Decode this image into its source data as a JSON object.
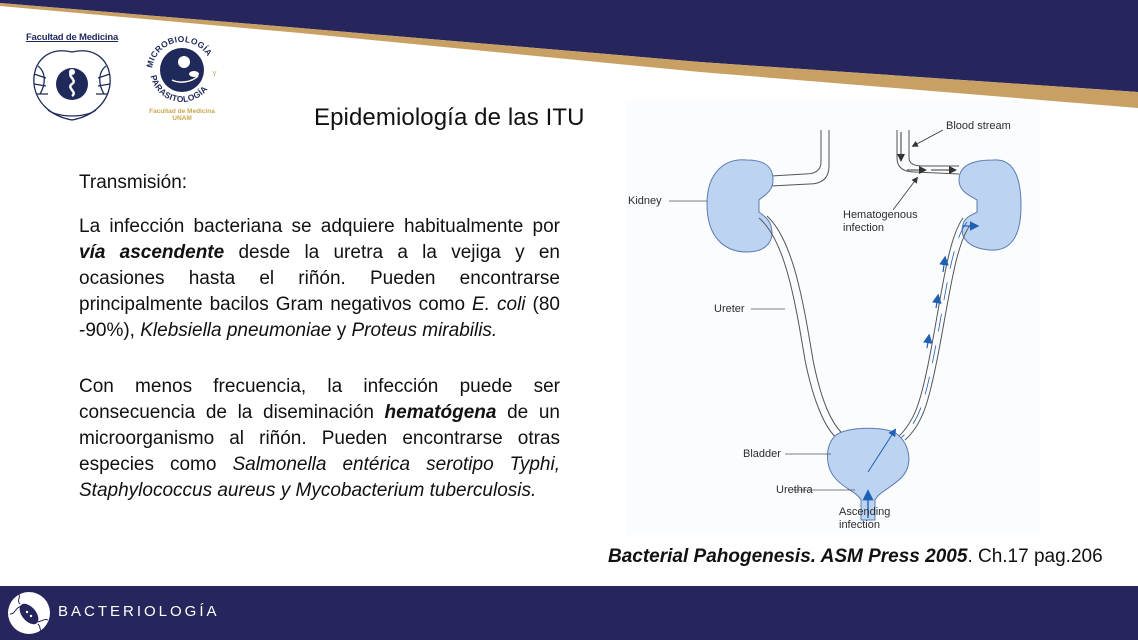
{
  "header": {
    "logo_left_title": "Facultad de Medicina",
    "logo_right_ring_text": "MICROBIOLOGÍA Y PARASITOLOGÍA",
    "logo_right_subtitle_1": "Facultad de Medicina",
    "logo_right_subtitle_2": "UNAM",
    "colors": {
      "navy": "#27265c",
      "gold": "#c9a064"
    }
  },
  "slide": {
    "title": "Epidemiología de las ITU",
    "subheading": "Transmisión:",
    "paragraph1": {
      "t1": "La infección bacteriana se adquiere habitualmente por ",
      "b1": "vía ascendente",
      "t2": " desde la uretra a la vejiga y en ocasiones hasta el riñón. Pueden encontrarse principalmente bacilos Gram negativos como  ",
      "i1": "E. coli",
      "t3": " (80 -90%), ",
      "i2": "Klebsiella pneumoniae",
      "t4": "  y ",
      "i3": "Proteus mirabilis."
    },
    "paragraph2": {
      "t1": "Con menos frecuencia, la infección puede ser consecuencia de la diseminación ",
      "b1": "hematógena",
      "t2": " de un microorganismo al riñón. Pueden encontrarse otras especies como ",
      "i1": "Salmonella entérica serotipo Typhi, Staphylococcus aureus y Mycobacterium tuberculosis."
    }
  },
  "diagram": {
    "labels": {
      "blood_stream": "Blood stream",
      "kidney": "Kidney",
      "hematogenous_1": "Hematogenous",
      "hematogenous_2": "infection",
      "ureter": "Ureter",
      "bladder": "Bladder",
      "urethra": "Urethra",
      "ascending_1": "Ascending",
      "ascending_2": "infection"
    },
    "colors": {
      "organ_fill": "#bcd3f2",
      "organ_stroke": "#5c7cb0",
      "arrow_blue": "#1f5fb4"
    }
  },
  "citation": {
    "bold_part": "Bacterial Pahogenesis. ASM Press 2005",
    "rest": ". Ch.17 pag.206"
  },
  "footer": {
    "label": "BACTERIOLOGÍA",
    "background": "#27265c"
  }
}
